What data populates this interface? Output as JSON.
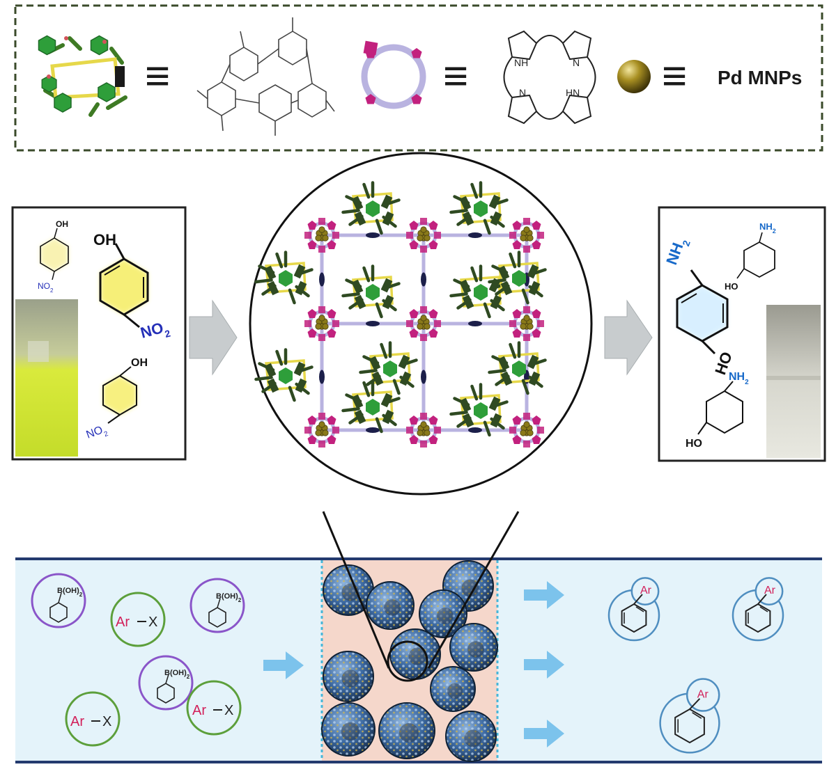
{
  "legend": {
    "equiv_symbol": "≡",
    "pd_label": "Pd MNPs"
  },
  "reactant_panel": {
    "oh_small": "OH",
    "no2_small": "NO",
    "no2_small_sub": "2",
    "oh_big": "OH",
    "no2_big": "NO",
    "no2_big_sub": "2",
    "oh_mid": "OH",
    "no2_mid": "NO",
    "no2_mid_sub": "2"
  },
  "product_panel": {
    "nh2_big": "NH",
    "nh2_big_sub": "2",
    "ho_big": "HO",
    "nh2_small": "NH",
    "nh2_small_sub": "2",
    "ho_small": "HO",
    "nh2_mid": "NH",
    "nh2_mid_sub": "2",
    "ho_mid": "HO"
  },
  "porphyrin_labels": {
    "nh_top": "NH",
    "n_top": "N",
    "n_bottom": "N",
    "hn_bottom": "HN"
  },
  "flow_reactants": {
    "boronic_1": "B(OH)",
    "boronic_1_sub": "2",
    "boronic_2": "B(OH)",
    "boronic_2_sub": "2",
    "boronic_3": "B(OH)",
    "boronic_3_sub": "2",
    "arx_ar": "Ar",
    "arx_x": "X"
  },
  "flow_products": {
    "ar_label": "Ar"
  },
  "colors": {
    "dash_border": "#3a4a2a",
    "green_dark": "#2f4a22",
    "green_light": "#2e9e3a",
    "magenta": "#c2217e",
    "lilac": "#b9b3e0",
    "gold": "#8a7a1a",
    "channel_fill": "#e4f3fa",
    "channel_line": "#233a6e",
    "reactor_fill": "#f5d7cb",
    "purple_ring": "#8a55c9",
    "green_ring": "#5c9f3b",
    "blue_ring": "#4f8ec0",
    "ar_red": "#d2205a",
    "arrow_gray": "#c8ccce",
    "arrow_blue": "#7cc3ec",
    "vial_yellow": "#cfe33a",
    "nh2_blue": "#1769c9",
    "no2_blue": "#2530b8"
  }
}
